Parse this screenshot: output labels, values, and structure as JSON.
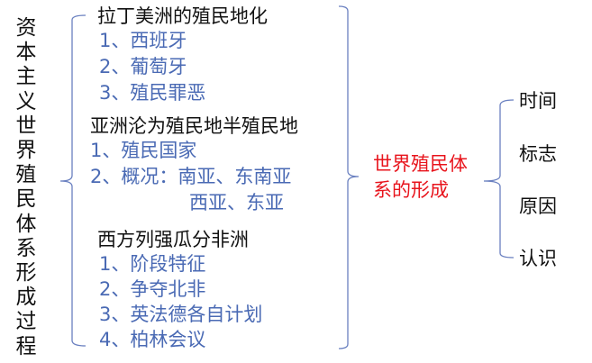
{
  "title": "资本主义世界殖民体系形成过程",
  "sections": [
    {
      "heading": "拉丁美洲的殖民地化",
      "items": [
        "1、西班牙",
        "2、葡萄牙",
        "3、殖民罪恶"
      ]
    },
    {
      "heading": "亚洲沦为殖民地半殖民地",
      "items": [
        "1、殖民国家",
        "2、概况：南亚、东南亚",
        "西亚、东亚"
      ]
    },
    {
      "heading": "西方列强瓜分非洲",
      "items": [
        "1、阶段特征",
        "2、争夺北非",
        "3、英法德各自计划",
        "4、柏林会议"
      ]
    }
  ],
  "center": {
    "line1": "世界殖民体",
    "line2": "系的形成"
  },
  "aspects": [
    "时间",
    "标志",
    "原因",
    "认识"
  ],
  "colors": {
    "heading": "#111111",
    "item": "#4a6ab4",
    "center": "#e8141c",
    "bracket": "#6a80c0"
  }
}
